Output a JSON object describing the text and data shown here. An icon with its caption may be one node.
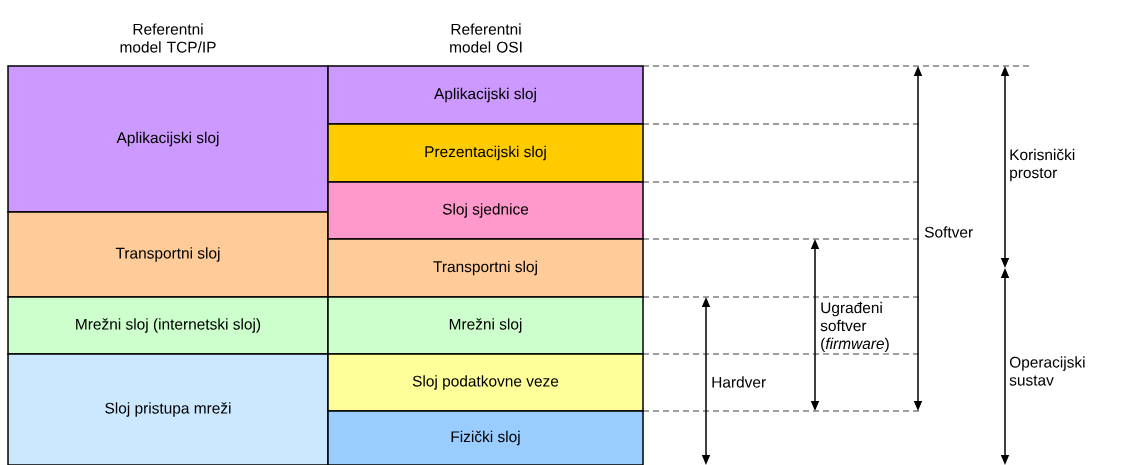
{
  "diagram": {
    "nodes": [
      {
        "text": [
          "Aplikacijski sloj"
        ]
      },
      {
        "text": [
          "Transportni sloj"
        ]
      },
      {
        "text": [
          "Mrežni sloj (internetski sloj)"
        ]
      },
      {
        "text": [
          "Sloj pristupa mreži"
        ]
      },
      {
        "text": [
          "Aplikacijski sloj"
        ]
      },
      {
        "text": [
          "Prezentacijski sloj"
        ]
      },
      {
        "text": [
          "Sloj sjednice"
        ]
      },
      {
        "text": [
          "Transportni sloj"
        ]
      },
      {
        "text": [
          "Mrežni sloj"
        ]
      },
      {
        "text": [
          "Sloj podatkovne veze"
        ]
      },
      {
        "text": [
          "Fizički sloj"
        ]
      }
    ],
    "labels": [
      "Referentni model TCP/IP",
      "Referentni model OSI",
      "Hardver",
      "Ugrađeni softver (*firmware*)",
      "Softver",
      "Korisnički prostor",
      "Operacijski sustav"
    ]
  }
}
